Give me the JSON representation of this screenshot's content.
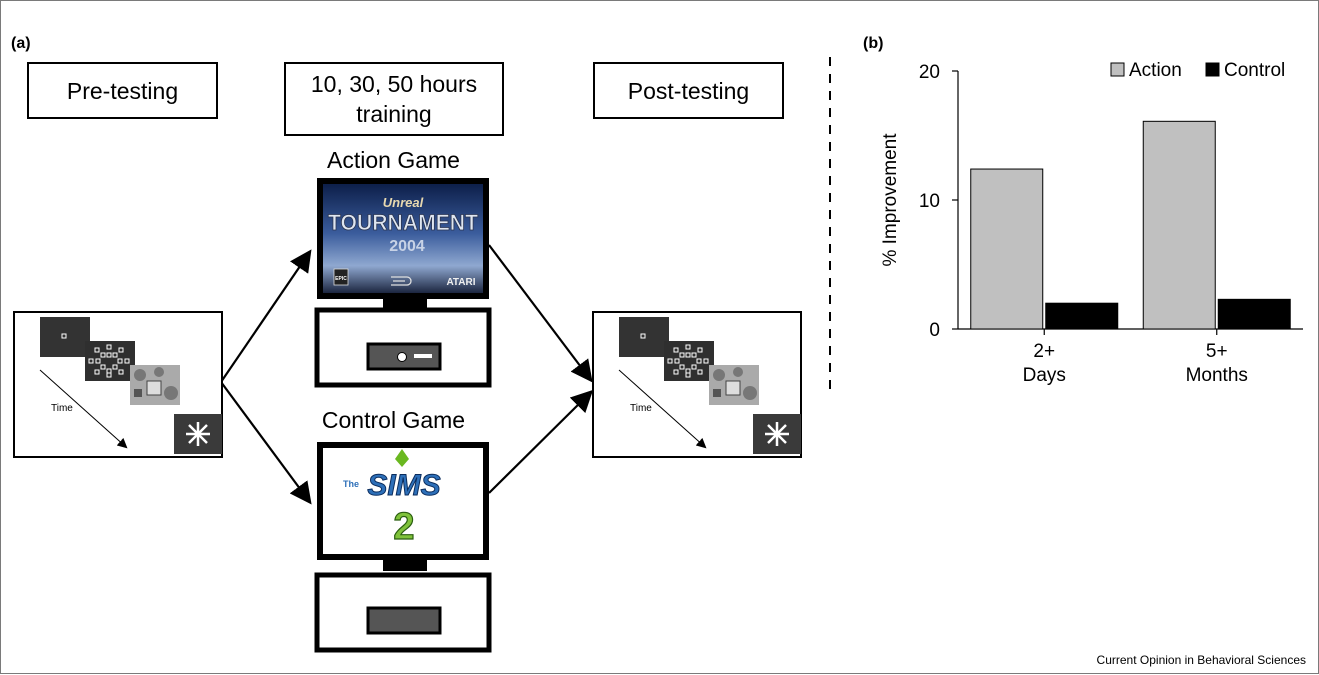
{
  "panel_a": {
    "label": "(a)",
    "pre_testing": "Pre-testing",
    "training": "10, 30, 50 hours\ntraining",
    "post_testing": "Post-testing",
    "action_game": "Action Game",
    "control_game": "Control Game",
    "time_label": "Time",
    "action_logo": {
      "small": "Unreal",
      "big": "TOURNAMENT",
      "year": "2004",
      "publisher_left": "EPIC",
      "publisher_right": "ATARI"
    },
    "control_logo": {
      "the": "The",
      "sims": "SIMS",
      "number": "2"
    }
  },
  "panel_b": {
    "label": "(b)"
  },
  "chart_data": {
    "type": "bar",
    "categories": [
      "2+\nDays",
      "5+\nMonths"
    ],
    "series": [
      {
        "name": "Action",
        "values": [
          12.4,
          16.1
        ],
        "color": "#c0c0c0"
      },
      {
        "name": "Control",
        "values": [
          2.0,
          2.3
        ],
        "color": "#000000"
      }
    ],
    "ylabel": "% Improvement",
    "ylim": [
      0,
      20
    ],
    "yticks": [
      0,
      10,
      20
    ],
    "legend": "top-right",
    "grid": false
  },
  "credit": "Current Opinion in Behavioral Sciences"
}
